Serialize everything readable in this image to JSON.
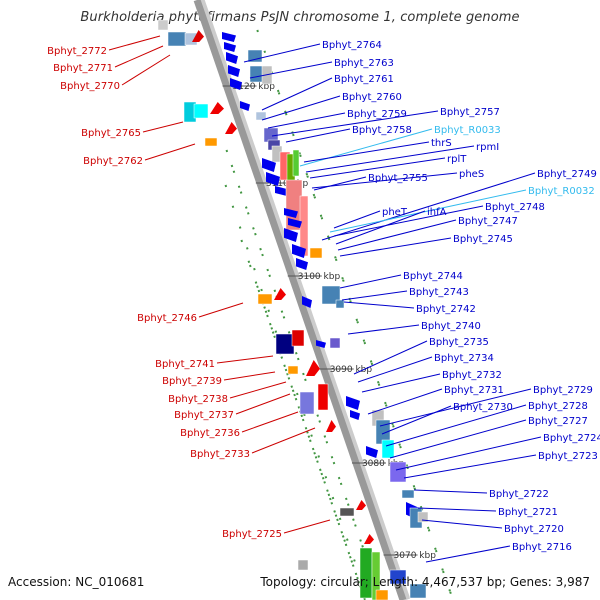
{
  "header": {
    "title": "Burkholderia phytofirmans PsJN chromosome 1, complete genome"
  },
  "footer": {
    "accession": "Accession: NC_010681",
    "summary": "Topology: circular; Length: 4,467,537 bp; Genes: 3,987"
  },
  "colors": {
    "left_labels": "#cc0000",
    "right_labels": "#0000cc",
    "rna_labels": "#33bbee",
    "backbone": "#999999"
  },
  "scale_ticks": [
    "3120 kbp",
    "3110 kbp",
    "3100 kbp",
    "3090 kbp",
    "3080 kbp",
    "3070 kbp"
  ],
  "left_labels": [
    "Bphyt_2772",
    "Bphyt_2771",
    "Bphyt_2770",
    "Bphyt_2765",
    "Bphyt_2762",
    "Bphyt_2746",
    "Bphyt_2741",
    "Bphyt_2739",
    "Bphyt_2738",
    "Bphyt_2737",
    "Bphyt_2736",
    "Bphyt_2733",
    "Bphyt_2725"
  ],
  "right_labels": [
    "Bphyt_2764",
    "Bphyt_2763",
    "Bphyt_2761",
    "Bphyt_2760",
    "Bphyt_2759",
    "Bphyt_2757",
    "Bphyt_2758",
    "Bphyt_R0033",
    "thrS",
    "rpmI",
    "rplT",
    "pheS",
    "Bphyt_2755",
    "Bphyt_2749",
    "Bphyt_R0032",
    "Bphyt_2748",
    "pheT",
    "ihfA",
    "Bphyt_2747",
    "Bphyt_2745",
    "Bphyt_2744",
    "Bphyt_2743",
    "Bphyt_2742",
    "Bphyt_2740",
    "Bphyt_2735",
    "Bphyt_2734",
    "Bphyt_2732",
    "Bphyt_2731",
    "Bphyt_2729",
    "Bphyt_2730",
    "Bphyt_2728",
    "Bphyt_2727",
    "Bphyt_2724",
    "Bphyt_2723",
    "Bphyt_2722",
    "Bphyt_2721",
    "Bphyt_2720",
    "Bphyt_2716"
  ]
}
